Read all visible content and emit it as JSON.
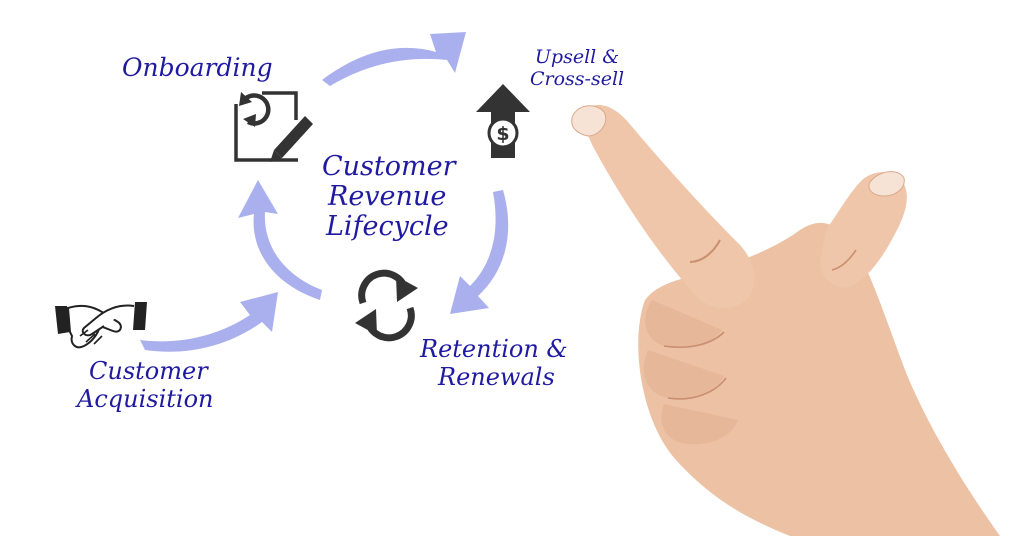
{
  "diagram": {
    "center": {
      "line1": "Customer",
      "line2": "Revenue",
      "line3": "Lifecycle"
    },
    "stages": {
      "onboarding": {
        "label": "Onboarding"
      },
      "upsell": {
        "line1": "Upsell &",
        "line2": "Cross-sell"
      },
      "retention": {
        "line1": "Retention &",
        "line2": "Renewals"
      },
      "acquisition": {
        "line1": "Customer",
        "line2": "Acquisition"
      }
    },
    "colors": {
      "arrow": "#aab0ee",
      "text": "#1f1aa0",
      "icon": "#333333",
      "skin": "#ecc1a4"
    },
    "icons": [
      "onboarding-refresh-edit-icon",
      "dollar-up-arrow-icon",
      "recycle-arrows-icon",
      "handshake-icon",
      "pointing-hand"
    ]
  }
}
